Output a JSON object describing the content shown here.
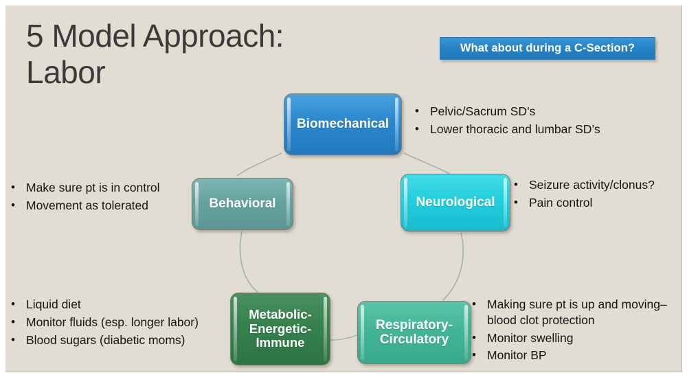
{
  "slide": {
    "background_color": "#e2ddd3",
    "title": "5 Model Approach:\nLabor",
    "banner": {
      "text": "What about during a C-Section?",
      "background_color": "#2380c4",
      "text_color": "#ffffff"
    }
  },
  "models": [
    {
      "id": "biomechanical",
      "label": "Biomechanical",
      "color": "#2b88cd",
      "bullets": [
        "Pelvic/Sacrum SD’s",
        "Lower thoracic and lumbar SD’s"
      ]
    },
    {
      "id": "neurological",
      "label": "Neurological",
      "color": "#23cede",
      "bullets": [
        "Seizure activity/clonus?",
        "Pain control"
      ]
    },
    {
      "id": "respiratory",
      "label": "Respiratory-\nCirculatory",
      "color": "#43b697",
      "bullets": [
        "Making sure pt is up and moving– blood clot protection",
        "Monitor swelling",
        "Monitor BP"
      ]
    },
    {
      "id": "metabolic",
      "label": "Metabolic-\nEnergetic-\nImmune",
      "color": "#35814c",
      "bullets": [
        "Liquid diet",
        "Monitor fluids (esp. longer labor)",
        "Blood sugars (diabetic moms)"
      ]
    },
    {
      "id": "behavioral",
      "label": "Behavioral",
      "color": "#65a29e",
      "bullets": [
        "Make sure pt is in control",
        "Movement as tolerated"
      ]
    }
  ],
  "bullet_marker": "•",
  "connector": {
    "color": "#9fb5a6",
    "shape": "circle"
  }
}
